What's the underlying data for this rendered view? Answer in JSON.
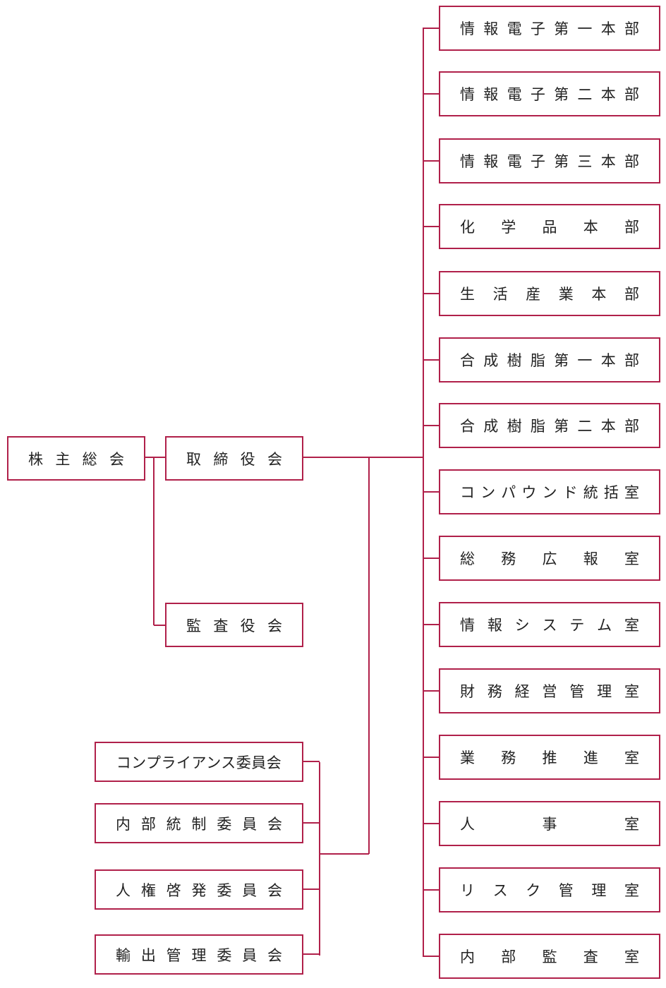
{
  "colors": {
    "line": "#b0204a",
    "text": "#222222"
  },
  "nodes": {
    "shareholders": "株主総会",
    "board": "取締役会",
    "auditors": "監査役会"
  },
  "committees": [
    "コンプライアンス委員会",
    "内部統制委員会",
    "人権啓発委員会",
    "輸出管理委員会"
  ],
  "divisions": [
    "情報電子第一本部",
    "情報電子第二本部",
    "情報電子第三本部",
    "化学品本部",
    "生活産業本部",
    "合成樹脂第一本部",
    "合成樹脂第二本部",
    "コンパウンド統括室",
    "総務広報室",
    "情報システム室",
    "財務経営管理室",
    "業務推進室",
    "人事室",
    "リスク管理室",
    "内部監査室"
  ]
}
